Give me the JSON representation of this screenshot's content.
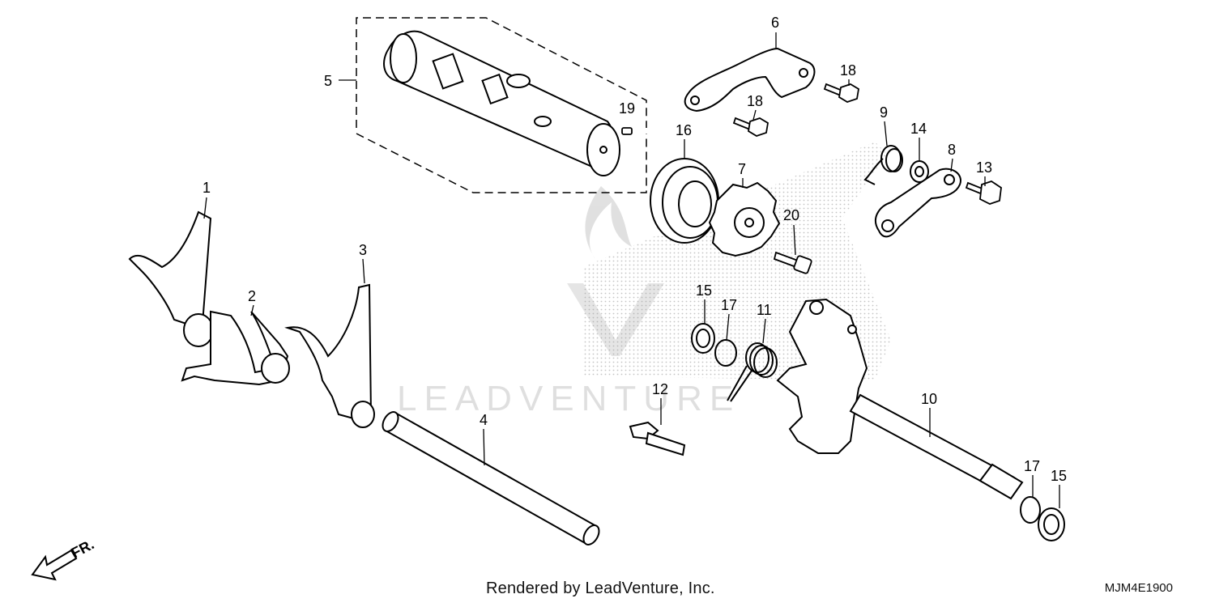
{
  "diagram": {
    "watermark": "LEADVENTURE",
    "front_label": "FR.",
    "footer_credit": "Rendered by LeadVenture, Inc.",
    "diagram_code": "MJM4E1900",
    "callouts": {
      "shift_fork_1": "1",
      "shift_fork_2": "2",
      "shift_fork_3": "3",
      "fork_shaft": "4",
      "shift_drum": "5",
      "stopper_plate": "6",
      "drum_center": "7",
      "stopper_arm": "8",
      "stopper_spring": "9",
      "spindle": "10",
      "return_spring": "11",
      "spring_pin": "12",
      "bolt_13": "13",
      "washer_14": "14",
      "oil_seal_left": "15",
      "oil_seal_right": "15",
      "bearing_16": "16",
      "circlip_left": "17",
      "circlip_right": "17",
      "bolt_18_top": "18",
      "bolt_18_mid": "18",
      "dowel_19": "19",
      "bolt_20": "20"
    }
  }
}
